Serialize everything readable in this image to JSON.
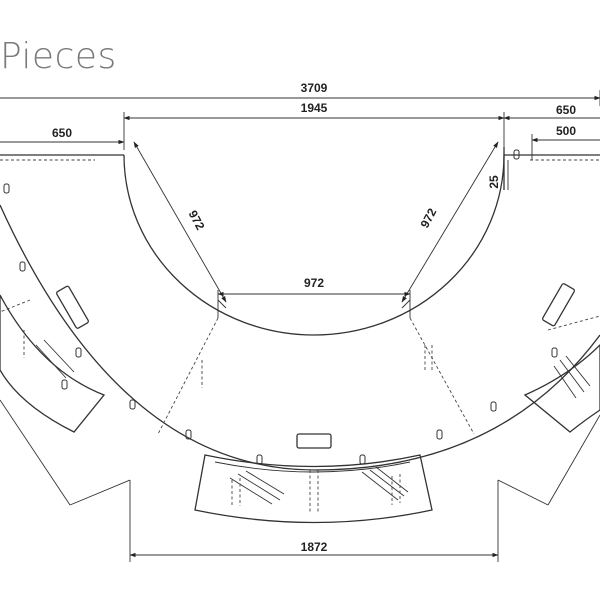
{
  "title": "Pieces",
  "dimensions": {
    "overall_width": "3709",
    "inner_width": "1945",
    "left_depth": "650",
    "right_depth": "650",
    "right_inner": "500",
    "small_gap": "25",
    "radius_left": "972",
    "radius_right": "972",
    "center_width": "972",
    "bottom_width": "1872"
  }
}
